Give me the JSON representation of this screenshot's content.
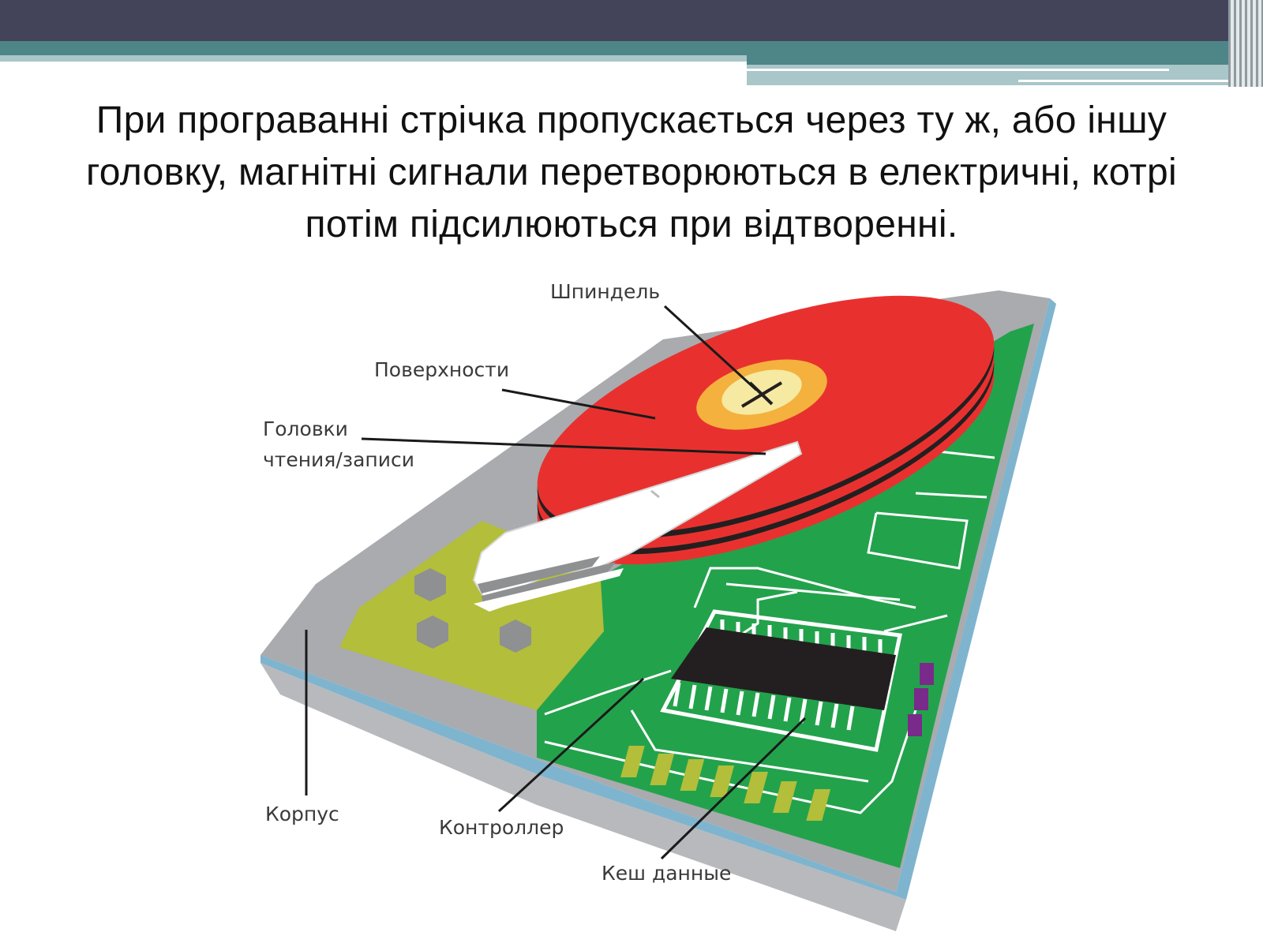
{
  "slide": {
    "text": "При програванні стрічка пропускається через ту ж, або іншу головку, магнітні сигнали перетворюються в електричні, котрі потім підсилюються при відтворенні."
  },
  "diagram": {
    "labels": {
      "spindle": "Шпиндель",
      "surfaces": "Поверхности",
      "heads_line1": "Головки",
      "heads_line2": "чтения/записи",
      "case": "Корпус",
      "controller": "Контроллер",
      "cache": "Кеш данные"
    }
  },
  "colors": {
    "header_dark": "#43435A",
    "header_teal": "#4E8587",
    "header_light": "#A9C6C9",
    "platter": "#E8312F",
    "board": "#21A04A",
    "case": "#A7A9AC",
    "motor": "#B3BE3A",
    "spindle": "#F4B13E"
  }
}
